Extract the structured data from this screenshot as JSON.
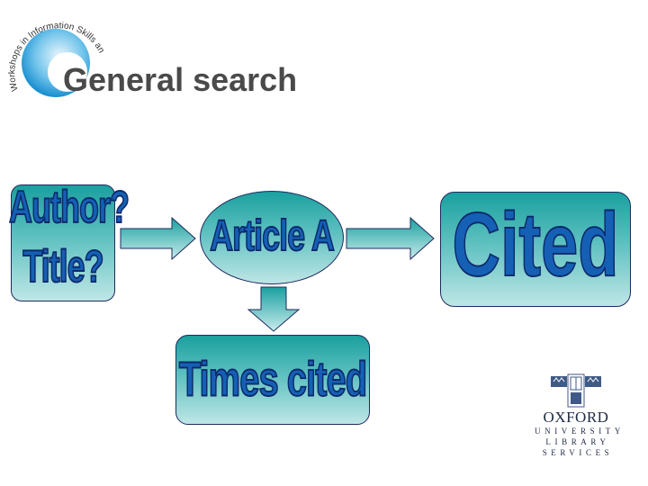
{
  "header": {
    "title": "General search",
    "logo_text": "Workshops in Information Skills and Electronic Resources"
  },
  "diagram": {
    "author_label": "Author?",
    "title_label": "Title?",
    "article_label": "Article A",
    "cited_label": "Cited",
    "times_cited_label": "Times cited"
  },
  "oxford_logo": {
    "line1": "OXFORD",
    "line2": "UNIVERSITY",
    "line3": "LIBRARY",
    "line4": "SERVICES"
  },
  "colors": {
    "box_top": "#1aa09f",
    "box_bottom": "#bfe6e6",
    "label_fill": "#1560b5",
    "label_outline": "#0c2a6a",
    "title": "#4a4a4a"
  }
}
